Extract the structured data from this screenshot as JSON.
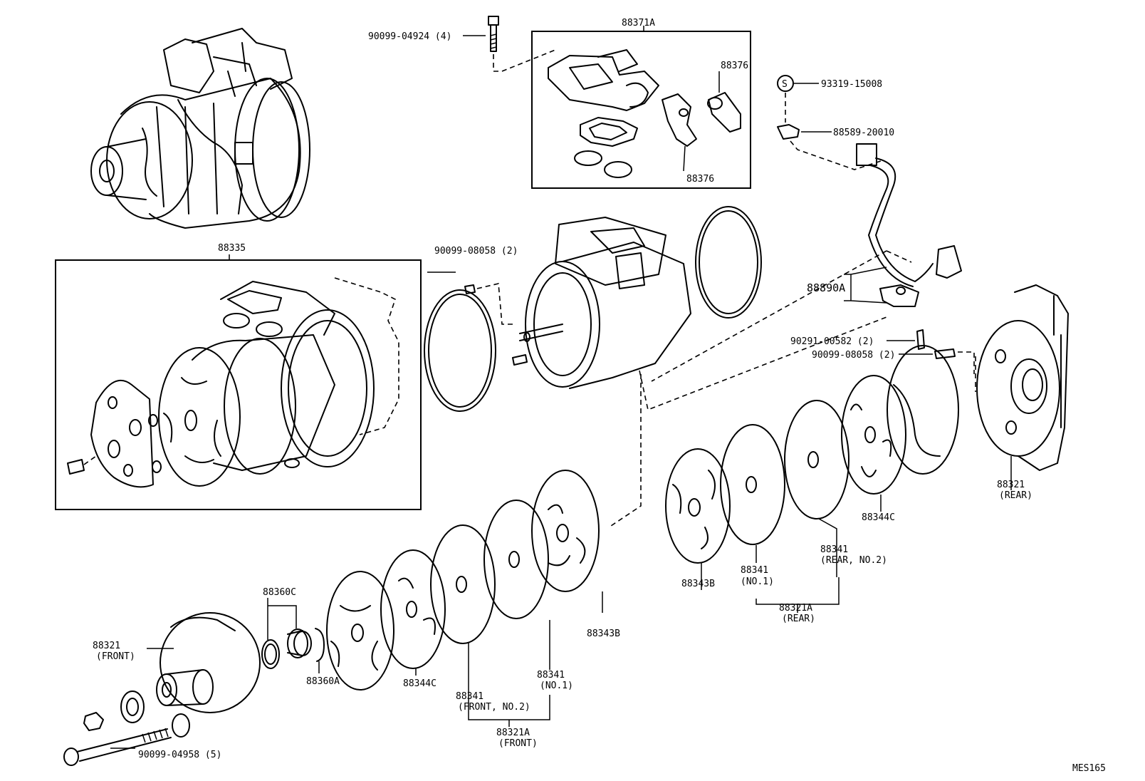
{
  "diagram": {
    "code": "MES165",
    "labels": {
      "p88371a": "88371A",
      "p90099_04924": "90099-04924 (4)",
      "p88376_a": "88376",
      "p88376_b": "88376",
      "s_mark": "S",
      "p93319": "93319-15008",
      "p88589": "88589-20010",
      "p88335": "88335",
      "p90099_08058_a": "90099-08058 (2)",
      "p88890a": "88890A",
      "p90291": "90291-00582 (2)",
      "p90099_08058_b": "90099-08058 (2)",
      "p88321_rear_1": "88321",
      "p88321_rear_2": "(REAR)",
      "p88344c_r": "88344C",
      "p88341_r2_1": "88341",
      "p88341_r2_2": "(REAR, NO.2)",
      "p88343b_r": "88343B",
      "p88341_r1_1": "88341",
      "p88341_r1_2": "(NO.1)",
      "p88321a_r_1": "88321A",
      "p88321a_r_2": "(REAR)",
      "p88360c": "88360C",
      "p88321_front_1": "88321",
      "p88321_front_2": "(FRONT)",
      "p88360a": "88360A",
      "p88344c_f": "88344C",
      "p88343b_f": "88343B",
      "p88341_f1_1": "88341",
      "p88341_f1_2": "(NO.1)",
      "p88341_f2_1": "88341",
      "p88341_f2_2": "(FRONT, NO.2)",
      "p88321a_f_1": "88321A",
      "p88321a_f_2": "(FRONT)",
      "p90099_04958": "90099-04958 (5)"
    }
  }
}
